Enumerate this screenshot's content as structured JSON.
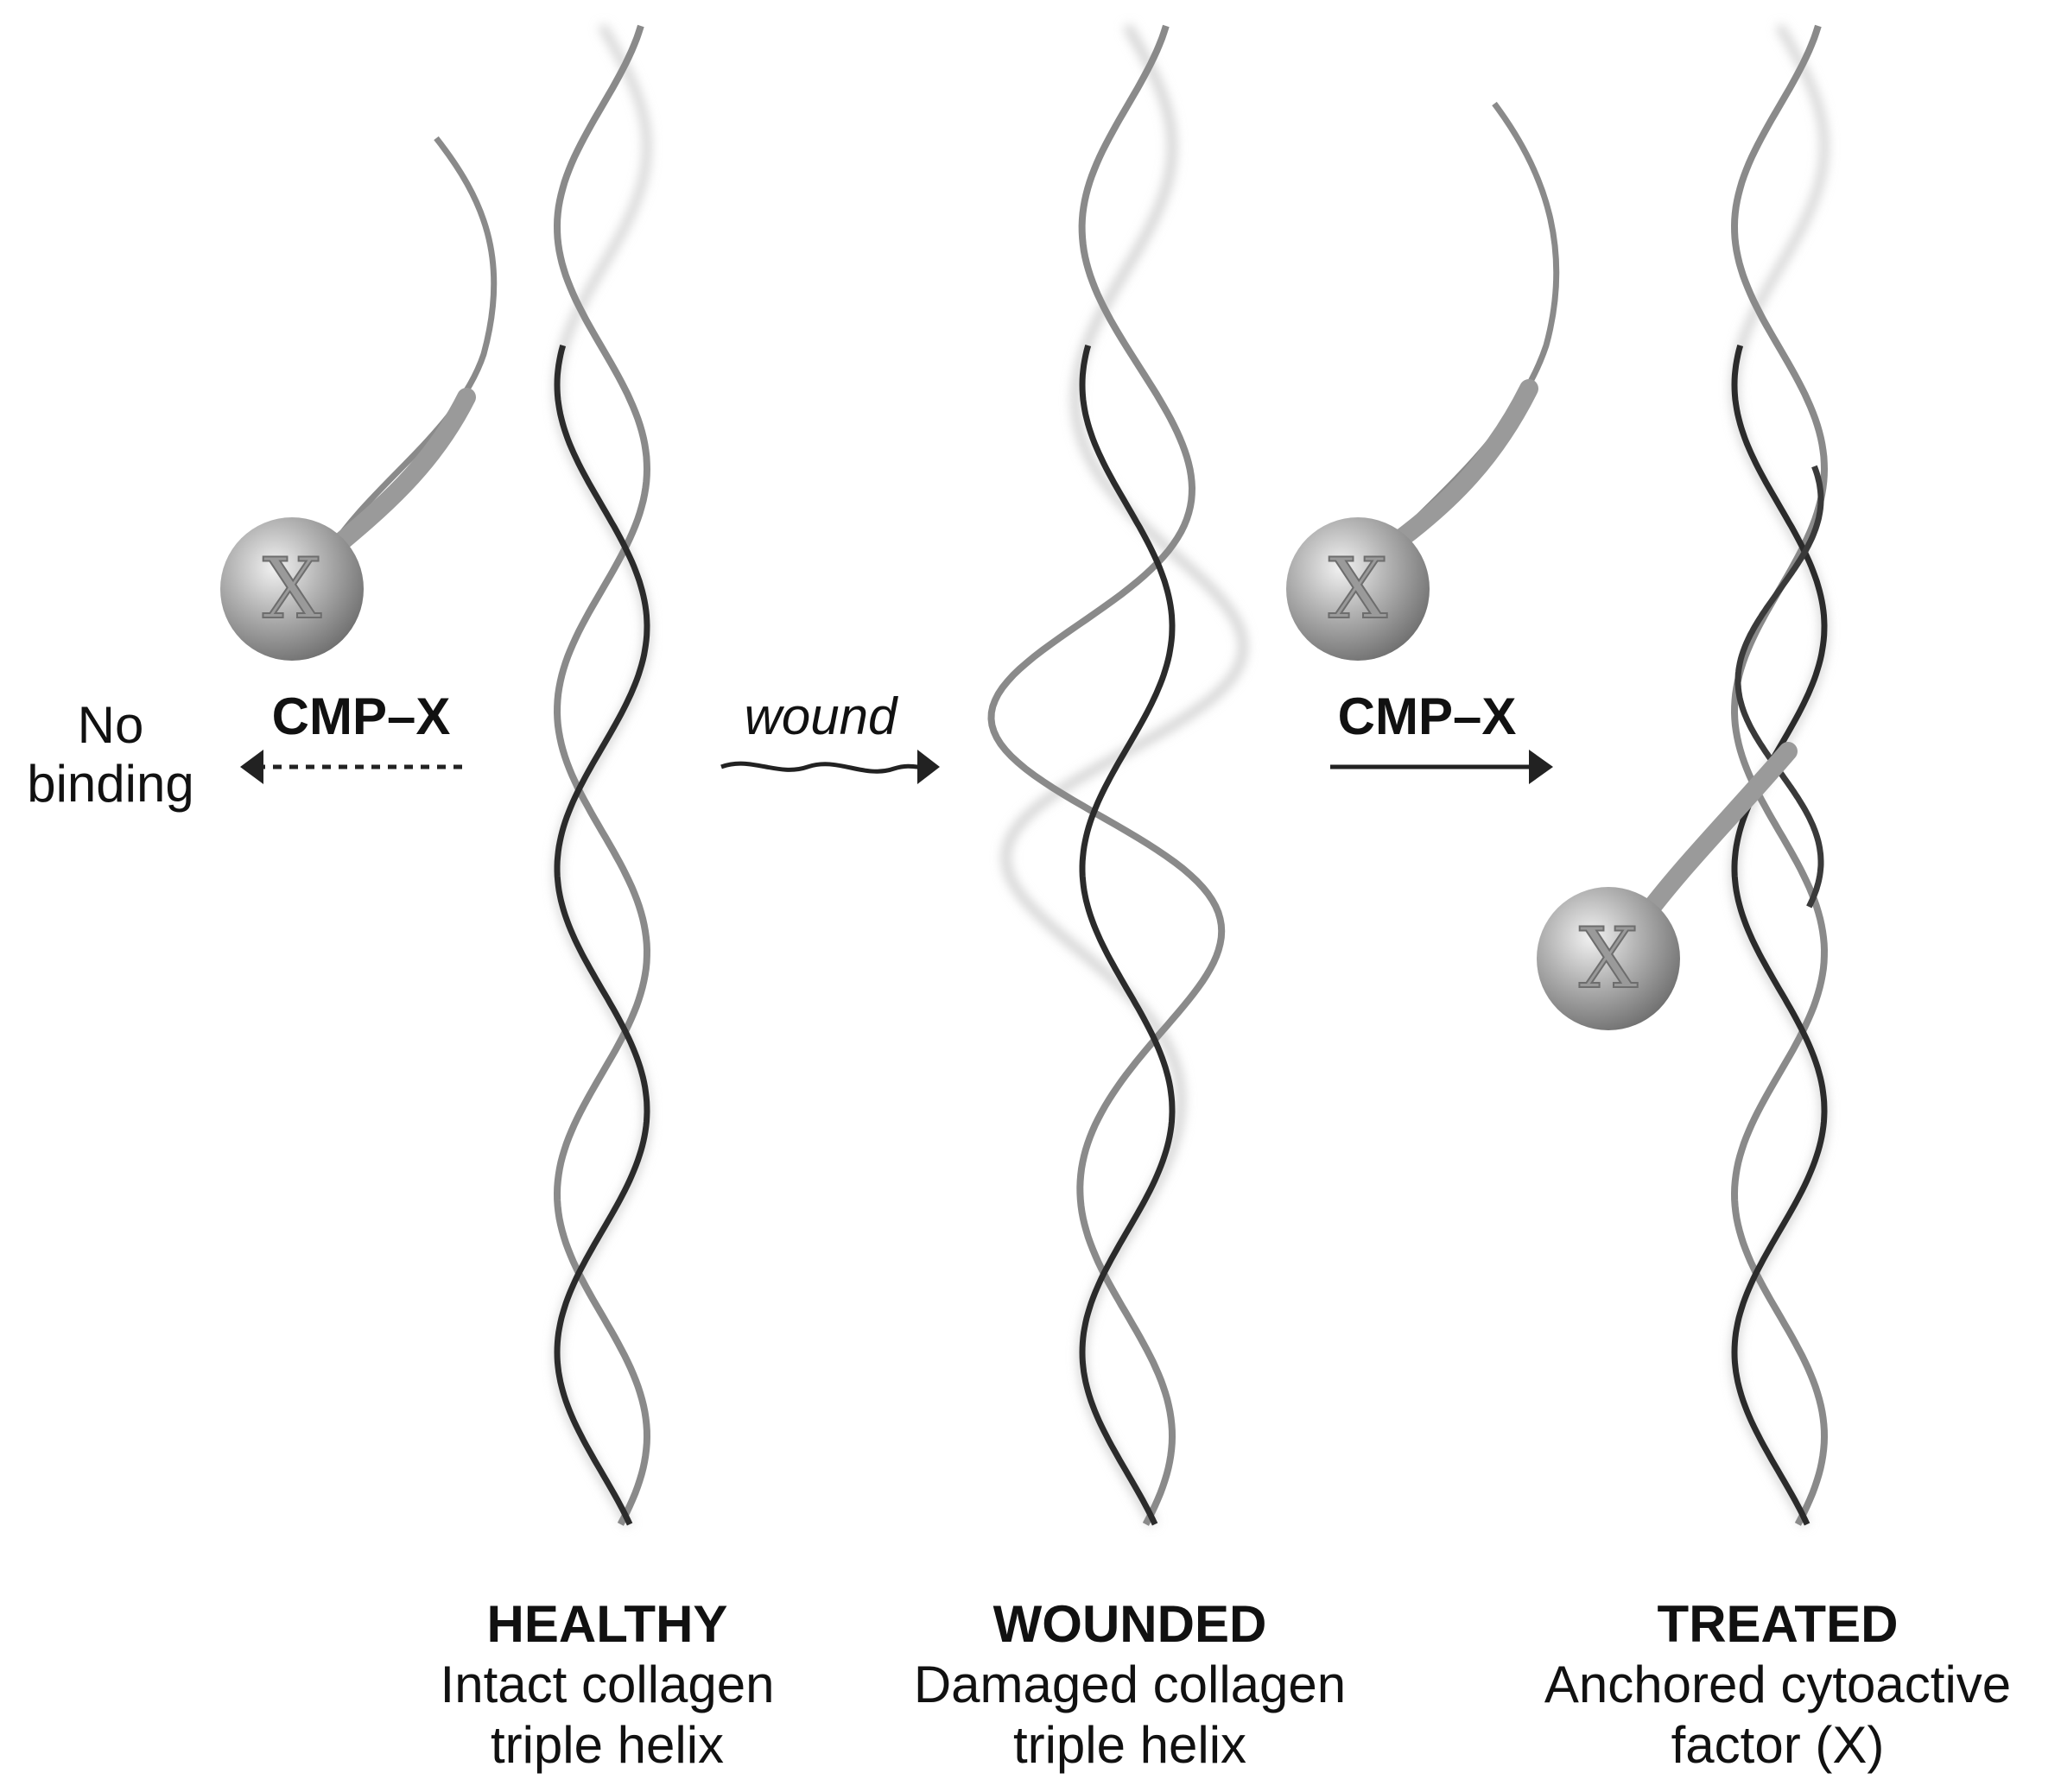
{
  "labels": {
    "no_binding_1": "No",
    "no_binding_2": "binding",
    "cmp_x_left": "CMP–X",
    "cmp_x_right": "CMP–X",
    "wound": "wound",
    "ball_letter": "X"
  },
  "panels": [
    {
      "title": "HEALTHY",
      "line1": "Intact collagen",
      "line2": "triple helix"
    },
    {
      "title": "WOUNDED",
      "line1": "Damaged collagen",
      "line2": "triple helix"
    },
    {
      "title": "TREATED",
      "line1": "Anchored cytoactive",
      "line2": "factor (X)"
    }
  ],
  "colors": {
    "strand_dark": "#2b2b2b",
    "strand_mid": "#8a8a8a",
    "strand_light": "#cfcfcf",
    "ball": "#a8a8a8",
    "arrow": "#222222"
  }
}
